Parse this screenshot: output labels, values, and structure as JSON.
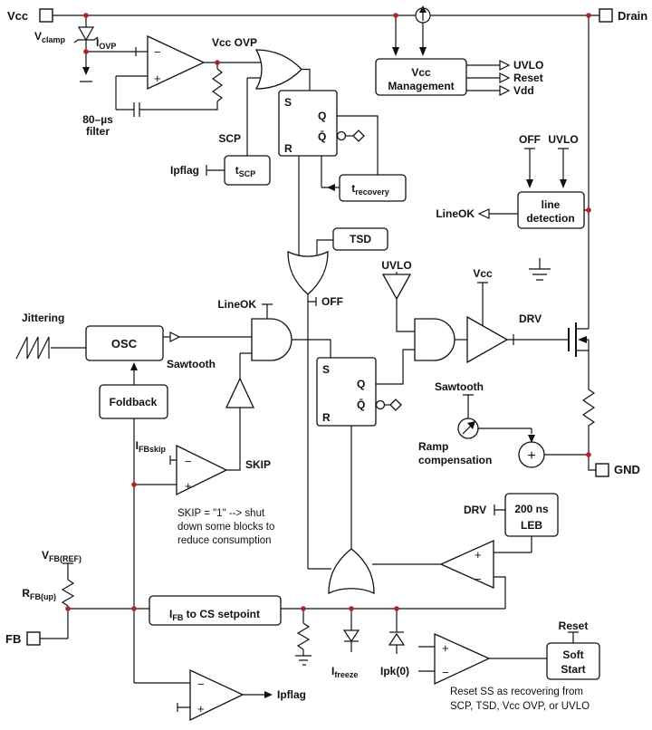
{
  "diagram": {
    "pins": {
      "vcc": "Vcc",
      "drain": "Drain",
      "gnd": "GND",
      "fb": "FB"
    },
    "gates": {
      "s": "S",
      "r": "R",
      "q": "Q",
      "qbar": "Q̄",
      "plus": "+",
      "minus": "−"
    },
    "labels": {
      "vclamp_m": "V",
      "vclamp_s": "clamp",
      "iovp_m": "I",
      "iovp_s": "OVP",
      "vcc_ovp": "Vcc OVP",
      "filter1": "80–µs",
      "filter2": "filter",
      "scp": "SCP",
      "ipflag": "Ipflag",
      "tscp_m": "t",
      "tscp_s": "SCP",
      "trec_m": "t",
      "trec_s": "recovery",
      "vcc": "Vcc",
      "management": "Management",
      "uvlo": "UVLO",
      "reset": "Reset",
      "vdd": "Vdd",
      "off": "OFF",
      "line": "line",
      "detection": "detection",
      "lineok": "LineOK",
      "tsd": "TSD",
      "jittering": "Jittering",
      "osc": "OSC",
      "sawtooth": "Sawtooth",
      "foldback": "Foldback",
      "drv": "DRV",
      "ifbskip_m": "I",
      "ifbskip_s": "FBskip",
      "skip": "SKIP",
      "skip_note1": "SKIP = \"1\" --> shut",
      "skip_note2": "down some blocks to",
      "skip_note3": "reduce consumption",
      "ramp1": "Ramp",
      "ramp2": "compensation",
      "leb1": "200 ns",
      "leb2": "LEB",
      "vfbref_m": "V",
      "vfbref_s": "FB(REF)",
      "rfbup_m": "R",
      "rfbup_s": "FB(up)",
      "setp_m": "I",
      "setp_s": "FB",
      "setp_rest": " to CS setpoint",
      "ifreeze_m": "I",
      "ifreeze_s": "freeze",
      "ipk0": "Ipk(0)",
      "soft": "Soft",
      "start": "Start",
      "ss_note1": "Reset SS as recovering from",
      "ss_note2": "SCP, TSD, Vcc OVP, or UVLO"
    },
    "colors": {
      "wire": "#111111",
      "junction_dot": "#b22222",
      "background": "#ffffff"
    }
  }
}
